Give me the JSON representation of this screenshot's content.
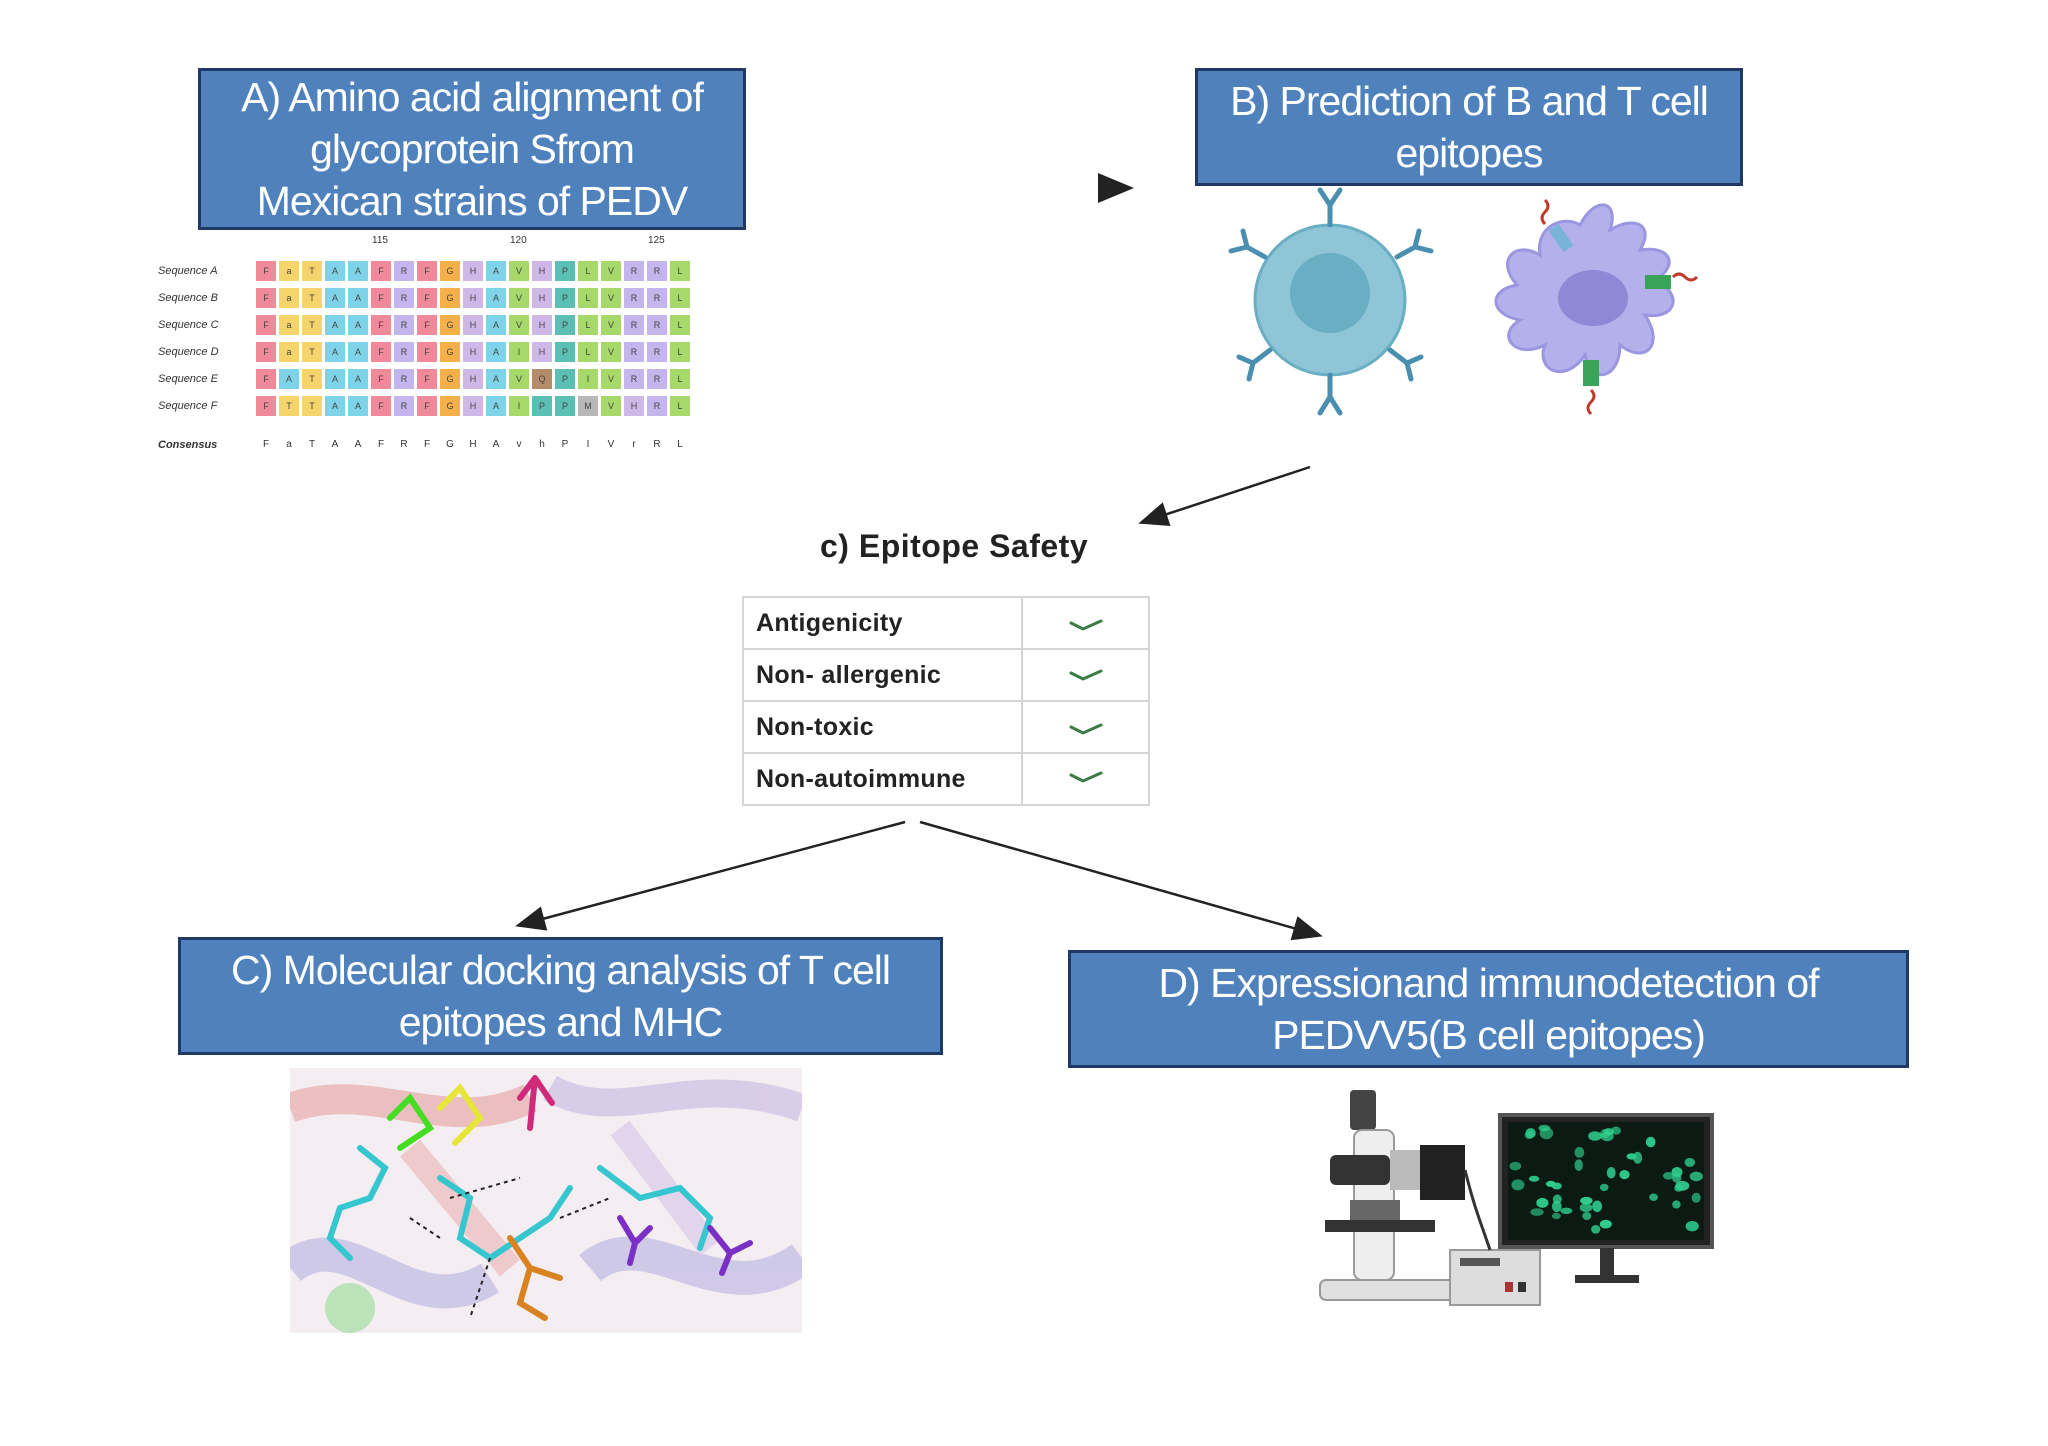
{
  "boxes": {
    "a": [
      "A) Amino acid alignment of",
      "glycoprotein Sfrom",
      "Mexican strains of PEDV"
    ],
    "b": [
      "B) Prediction  of  B and T cell",
      "epitopes"
    ],
    "c": [
      "C) Molecular  docking analysis of  T cell",
      "epitopes and MHC"
    ],
    "d": [
      "D) Expressionand immunodetection  of",
      "PEDVV5(B cell  epitopes)"
    ]
  },
  "alignment": {
    "positions": [
      "115",
      "120",
      "125"
    ],
    "sequences": [
      {
        "name": "Sequence A",
        "residues": [
          "F",
          "a",
          "T",
          "A",
          "A",
          "F",
          "R",
          "F",
          "G",
          "H",
          "A",
          "V",
          "H",
          "P",
          "L",
          "V",
          "R",
          "R",
          "L"
        ]
      },
      {
        "name": "Sequence B",
        "residues": [
          "F",
          "a",
          "T",
          "A",
          "A",
          "F",
          "R",
          "F",
          "G",
          "H",
          "A",
          "V",
          "H",
          "P",
          "L",
          "V",
          "R",
          "R",
          "L"
        ]
      },
      {
        "name": "Sequence C",
        "residues": [
          "F",
          "a",
          "T",
          "A",
          "A",
          "F",
          "R",
          "F",
          "G",
          "H",
          "A",
          "V",
          "H",
          "P",
          "L",
          "V",
          "R",
          "R",
          "L"
        ]
      },
      {
        "name": "Sequence D",
        "residues": [
          "F",
          "a",
          "T",
          "A",
          "A",
          "F",
          "R",
          "F",
          "G",
          "H",
          "A",
          "I",
          "H",
          "P",
          "L",
          "V",
          "R",
          "R",
          "L"
        ]
      },
      {
        "name": "Sequence E",
        "residues": [
          "F",
          "A",
          "T",
          "A",
          "A",
          "F",
          "R",
          "F",
          "G",
          "H",
          "A",
          "V",
          "Q",
          "P",
          "I",
          "V",
          "R",
          "R",
          "L"
        ]
      },
      {
        "name": "Sequence F",
        "residues": [
          "F",
          "T",
          "T",
          "A",
          "A",
          "F",
          "R",
          "F",
          "G",
          "H",
          "A",
          "I",
          "P",
          "P",
          "M",
          "V",
          "H",
          "R",
          "L"
        ]
      }
    ],
    "consensus_label": "Consensus",
    "consensus": [
      "F",
      "a",
      "T",
      "A",
      "A",
      "F",
      "R",
      "F",
      "G",
      "H",
      "A",
      "v",
      "h",
      "P",
      "I",
      "V",
      "r",
      "R",
      "L"
    ],
    "colors": {
      "F": "#f08a9a",
      "a": "#f5d46b",
      "A": "#7fd3e8",
      "T": "#f5d46b",
      "R": "#c4b5ec",
      "G": "#f5b04a",
      "H": "#cdb8e8",
      "V": "#a6d96a",
      "I": "#a6d96a",
      "P": "#5bbfb5",
      "L": "#a6d96a",
      "Q": "#b58c6a",
      "M": "#b8b8b8"
    }
  },
  "safety": {
    "title": "c) Epitope Safety",
    "rows": [
      "Antigenicity",
      "Non- allergenic",
      "Non-toxic",
      "Non-autoimmune"
    ],
    "check_color": "#3a7d44"
  }
}
